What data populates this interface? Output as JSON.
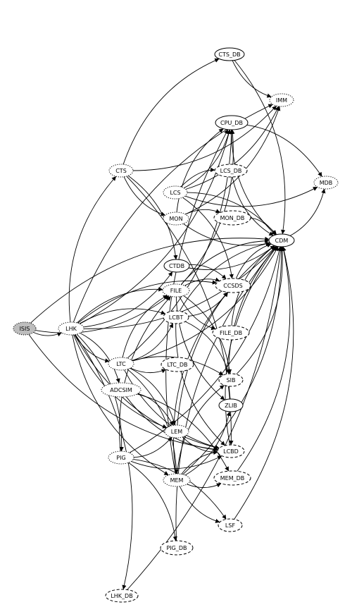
{
  "nodes": [
    {
      "id": "CTS_DB",
      "label": "CTS_DB",
      "style": "solid"
    },
    {
      "id": "IMM",
      "label": "IMM",
      "style": "dotted"
    },
    {
      "id": "CPU_DB",
      "label": "CPU_DB",
      "style": "solid"
    },
    {
      "id": "CTS",
      "label": "CTS",
      "style": "dotted"
    },
    {
      "id": "LCS_DB",
      "label": "LCS_DB",
      "style": "dashed"
    },
    {
      "id": "MDB",
      "label": "MDB",
      "style": "dotted"
    },
    {
      "id": "LCS",
      "label": "LCS",
      "style": "dotted"
    },
    {
      "id": "MON",
      "label": "MON",
      "style": "dotted"
    },
    {
      "id": "MON_DB",
      "label": "MON_DB",
      "style": "dashed"
    },
    {
      "id": "CDM",
      "label": "CDM",
      "style": "solid"
    },
    {
      "id": "CTDB",
      "label": "CTDB",
      "style": "solid"
    },
    {
      "id": "FILE",
      "label": "FILE",
      "style": "dotted"
    },
    {
      "id": "CCSDS",
      "label": "CCSDS",
      "style": "dashed"
    },
    {
      "id": "LCBT",
      "label": "LCBT",
      "style": "dashed"
    },
    {
      "id": "ISIS",
      "label": "ISIS",
      "style": "filled"
    },
    {
      "id": "LHK",
      "label": "LHK",
      "style": "dotted"
    },
    {
      "id": "FILE_DB",
      "label": "FILE_DB",
      "style": "dashed"
    },
    {
      "id": "LTC",
      "label": "LTC",
      "style": "dotted"
    },
    {
      "id": "LTC_DB",
      "label": "LTC_DB",
      "style": "dashed"
    },
    {
      "id": "SIB",
      "label": "SIB",
      "style": "dashed"
    },
    {
      "id": "ADCSIM",
      "label": "ADCSIM",
      "style": "dotted"
    },
    {
      "id": "ZLIB",
      "label": "ZLIB",
      "style": "solid"
    },
    {
      "id": "LEM",
      "label": "LEM",
      "style": "dotted"
    },
    {
      "id": "LCBD",
      "label": "LCBD",
      "style": "dashed"
    },
    {
      "id": "PIG",
      "label": "PIG",
      "style": "dotted"
    },
    {
      "id": "MEM",
      "label": "MEM",
      "style": "dotted"
    },
    {
      "id": "MEM_DB",
      "label": "MEM_DB",
      "style": "dashed"
    },
    {
      "id": "LSF",
      "label": "LSF",
      "style": "dashed"
    },
    {
      "id": "PIG_DB",
      "label": "PIG_DB",
      "style": "dashed"
    },
    {
      "id": "LHK_DB",
      "label": "LHK_DB",
      "style": "dashed"
    }
  ],
  "edges": [
    [
      "ISIS",
      "LHK"
    ],
    [
      "LHK",
      "CTS"
    ],
    [
      "LHK",
      "CTDB"
    ],
    [
      "LHK",
      "FILE"
    ],
    [
      "LHK",
      "LTC"
    ],
    [
      "LHK",
      "ADCSIM"
    ],
    [
      "LHK",
      "LEM"
    ],
    [
      "LHK",
      "PIG"
    ],
    [
      "LHK",
      "MEM"
    ],
    [
      "LHK",
      "LHK_DB"
    ],
    [
      "LHK",
      "LCBD"
    ],
    [
      "LHK",
      "CCSDS"
    ],
    [
      "LHK",
      "CDM"
    ],
    [
      "LHK",
      "IMM"
    ],
    [
      "LHK",
      "CPU_DB"
    ],
    [
      "LHK",
      "LCBT"
    ],
    [
      "ISIS",
      "FILE"
    ],
    [
      "ISIS",
      "CDM"
    ],
    [
      "ISIS",
      "LCBD"
    ],
    [
      "CTS",
      "CTS_DB"
    ],
    [
      "CTS",
      "MON"
    ],
    [
      "CTS",
      "CTDB"
    ],
    [
      "CTS",
      "IMM"
    ],
    [
      "CTS",
      "LCBD"
    ],
    [
      "CTS_DB",
      "IMM"
    ],
    [
      "CTS_DB",
      "CDM"
    ],
    [
      "CPU_DB",
      "CDM"
    ],
    [
      "CPU_DB",
      "MDB"
    ],
    [
      "LCS",
      "CPU_DB"
    ],
    [
      "LCS",
      "LCS_DB"
    ],
    [
      "LCS",
      "IMM"
    ],
    [
      "LCS",
      "CDM"
    ],
    [
      "LCS",
      "MDB"
    ],
    [
      "LCS",
      "CCSDS"
    ],
    [
      "LCS_DB",
      "CDM"
    ],
    [
      "MON",
      "MON_DB"
    ],
    [
      "MON",
      "CDM"
    ],
    [
      "MON",
      "CPU_DB"
    ],
    [
      "MON",
      "IMM"
    ],
    [
      "MON_DB",
      "CDM"
    ],
    [
      "CDM",
      "MDB"
    ],
    [
      "CTDB",
      "CCSDS"
    ],
    [
      "CTDB",
      "CDM"
    ],
    [
      "FILE",
      "CCSDS"
    ],
    [
      "FILE",
      "FILE_DB"
    ],
    [
      "FILE",
      "SIB"
    ],
    [
      "FILE",
      "ZLIB"
    ],
    [
      "FILE",
      "CDM"
    ],
    [
      "FILE",
      "CPU_DB"
    ],
    [
      "FILE_DB",
      "CDM"
    ],
    [
      "LCBT",
      "CCSDS"
    ],
    [
      "LCBT",
      "SIB"
    ],
    [
      "LCBT",
      "LCBD"
    ],
    [
      "LCBT",
      "CDM"
    ],
    [
      "LTC",
      "LTC_DB"
    ],
    [
      "LTC",
      "LEM"
    ],
    [
      "LTC",
      "LCBD"
    ],
    [
      "LTC",
      "FILE"
    ],
    [
      "LTC",
      "LCBT"
    ],
    [
      "LTC",
      "SIB"
    ],
    [
      "LTC",
      "CDM"
    ],
    [
      "LTC",
      "MEM"
    ],
    [
      "LTC",
      "CPU_DB"
    ],
    [
      "ADCSIM",
      "LEM"
    ],
    [
      "ADCSIM",
      "LCBD"
    ],
    [
      "ADCSIM",
      "MEM_DB"
    ],
    [
      "LEM",
      "LCBD"
    ],
    [
      "LEM",
      "CDM"
    ],
    [
      "PIG",
      "LEM"
    ],
    [
      "PIG",
      "PIG_DB"
    ],
    [
      "PIG",
      "LCBD"
    ],
    [
      "PIG",
      "LSF"
    ],
    [
      "PIG",
      "CDM"
    ],
    [
      "PIG",
      "FILE"
    ],
    [
      "MEM",
      "MEM_DB"
    ],
    [
      "MEM",
      "LCBD"
    ],
    [
      "MEM",
      "LSF"
    ],
    [
      "MEM",
      "SIB"
    ],
    [
      "MEM",
      "ZLIB"
    ],
    [
      "MEM",
      "CCSDS"
    ],
    [
      "MEM",
      "CDM"
    ],
    [
      "MEM",
      "CPU_DB"
    ],
    [
      "MEM_DB",
      "CDM"
    ],
    [
      "PIG_DB",
      "CDM"
    ],
    [
      "LHK_DB",
      "CDM"
    ],
    [
      "ZLIB",
      "CDM"
    ],
    [
      "SIB",
      "CDM"
    ],
    [
      "LCBD",
      "CDM"
    ],
    [
      "LSF",
      "CDM"
    ],
    [
      "CCSDS",
      "CDM"
    ]
  ]
}
